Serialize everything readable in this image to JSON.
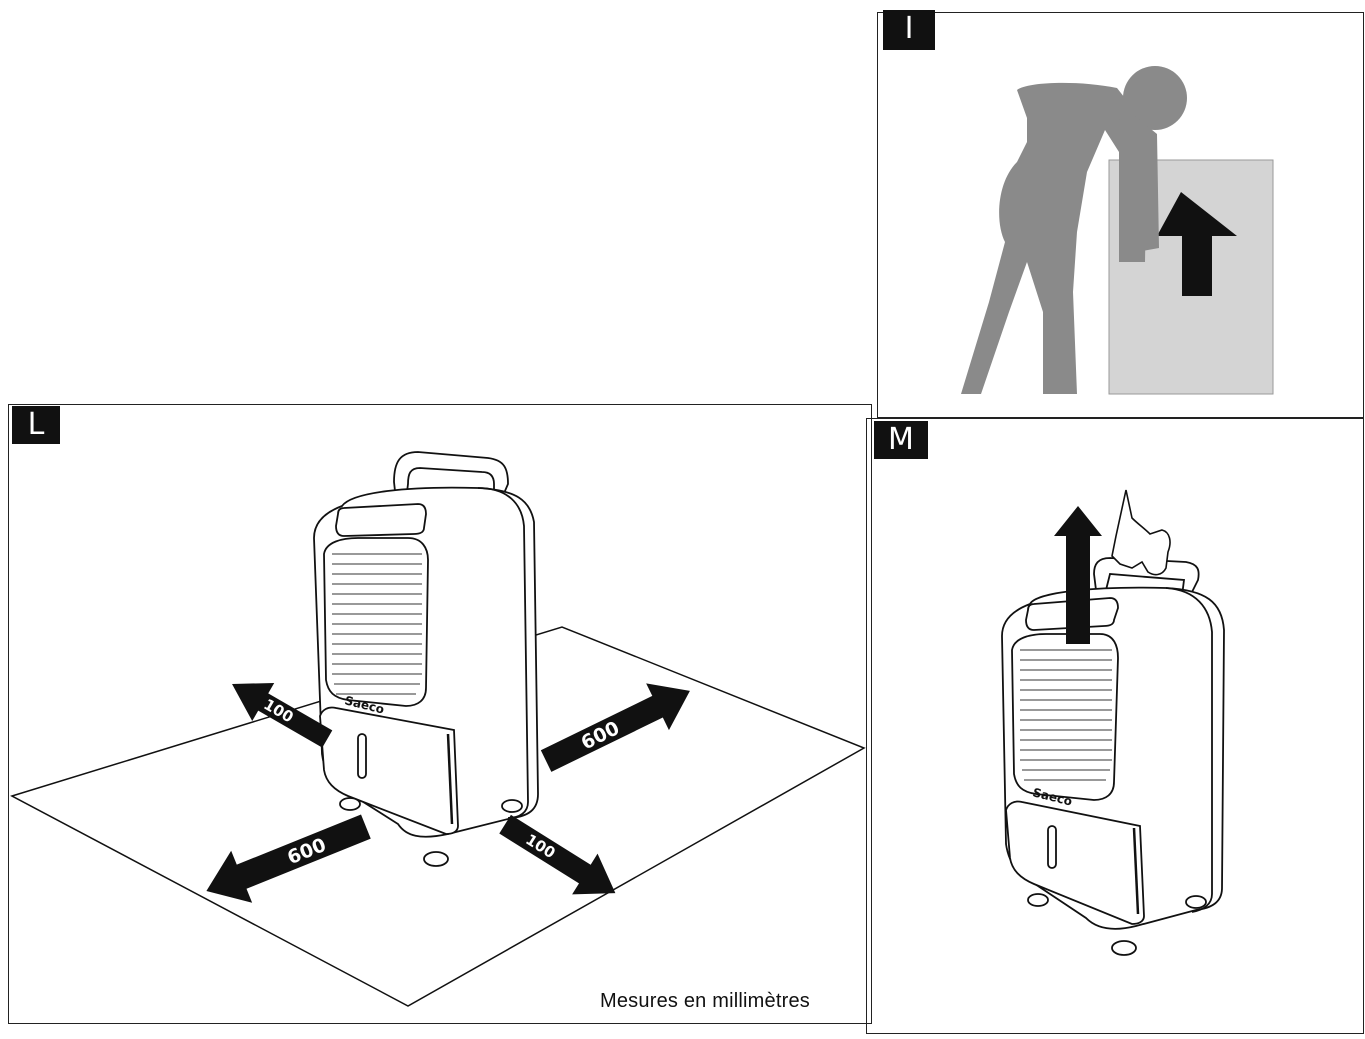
{
  "panels": {
    "i": {
      "label": "I"
    },
    "l": {
      "label": "L"
    },
    "m": {
      "label": "M"
    }
  },
  "distances": {
    "rear_left": "100",
    "rear_right": "600",
    "front_left": "600",
    "front_right": "100"
  },
  "brand": "Saeco",
  "caption": "Mesures en millimètres",
  "colors": {
    "ink": "#111111",
    "figure_grey": "#8a8a8a",
    "box_grey": "#d4d4d4"
  }
}
